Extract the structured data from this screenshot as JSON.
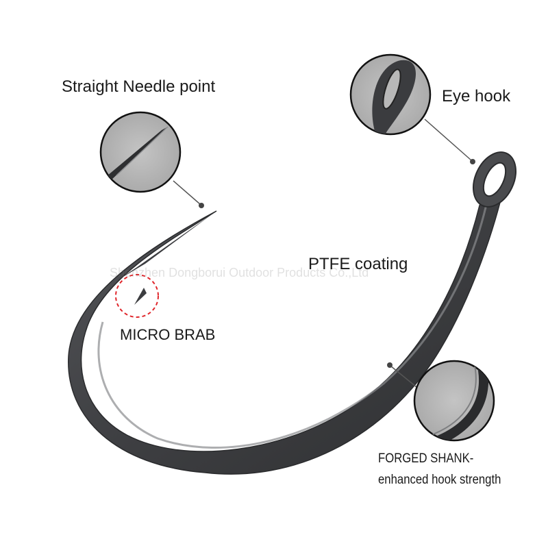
{
  "labels": {
    "needle_point": "Straight Needle point",
    "eye_hook": "Eye hook",
    "ptfe_coating": "PTFE coating",
    "micro_barb": "MICRO BRAB",
    "forged_shank_line1": "FORGED SHANK-",
    "forged_shank_line2": "enhanced hook strength"
  },
  "watermark": "Shenzhen Dongborui Outdoor Products Co.,Ltd",
  "colors": {
    "hook_dark": "#3a3b3d",
    "hook_mid": "#6b6c6e",
    "hook_highlight": "#9a9b9d",
    "callout_bg": "#b3b3b3",
    "barb_circle": "#e0262b"
  }
}
